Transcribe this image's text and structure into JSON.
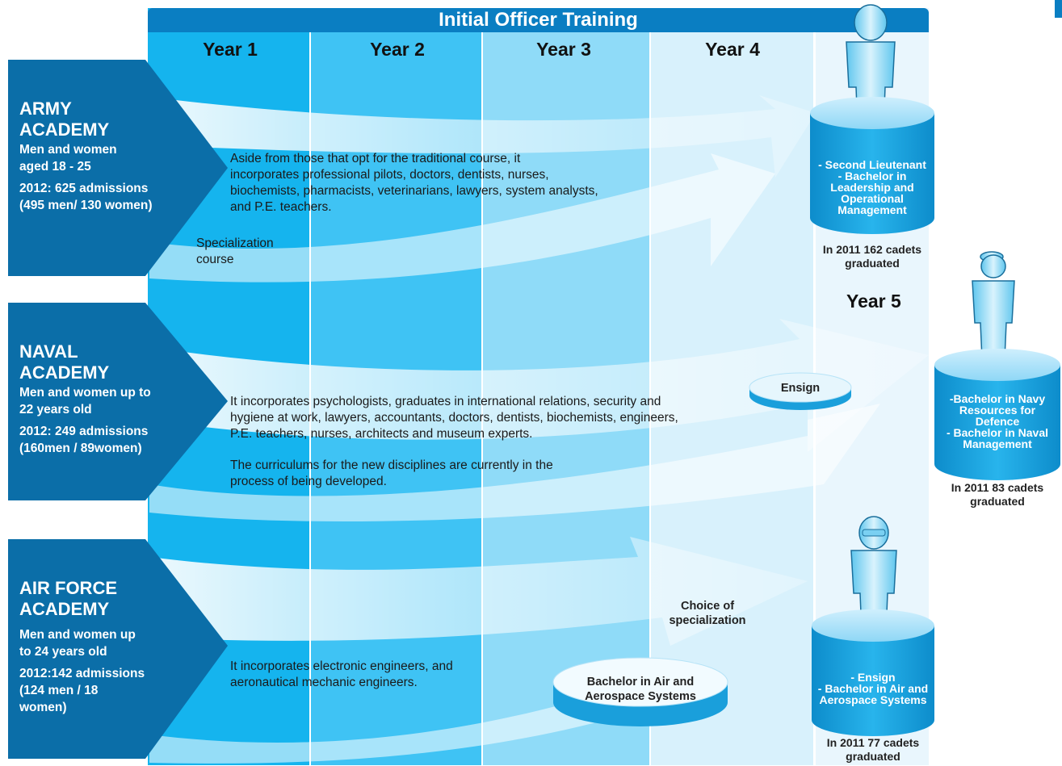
{
  "header": {
    "title": "Initial Officer Training",
    "years": [
      "Year 1",
      "Year 2",
      "Year 3",
      "Year 4"
    ],
    "year5": "Year 5"
  },
  "colors": {
    "header_blue": "#0a7ec2",
    "pentagon_blue": "#0b6ea8",
    "col_year1": "#15b4ee",
    "col_year2": "#3fc3f4",
    "col_year3": "#8fdbf8",
    "col_year4": "#d8f1fc",
    "col_year5": "#e9f6fd",
    "cylinder_blue": "#1aa0dc"
  },
  "academies": [
    {
      "title": [
        "ARMY",
        "ACADEMY"
      ],
      "audience": [
        "Men and women",
        "aged 18 - 25"
      ],
      "admissions": [
        "2012: 625 admissions",
        "(495 men/ 130 women)"
      ],
      "description": [
        "Aside from those that opt for the traditional course, it",
        "incorporates professional pilots, doctors, dentists, nurses,",
        "biochemists, pharmacists, veterinarians, lawyers, system analysts,",
        "and P.E. teachers."
      ],
      "extra_label": [
        "Specialization",
        "course"
      ],
      "outcome": [
        "- Second Lieutenant",
        "- Bachelor in",
        "Leadership and",
        "Operational",
        "Management"
      ],
      "graduates": [
        "In 2011 162 cadets",
        "graduated"
      ]
    },
    {
      "title": [
        "NAVAL",
        "ACADEMY"
      ],
      "audience": [
        "Men and women up to",
        "22 years old"
      ],
      "admissions": [
        "2012: 249 admissions",
        "(160men / 89women)"
      ],
      "description": [
        "It incorporates psychologists, graduates in international relations, security and",
        "hygiene at work, lawyers, accountants, doctors, dentists, biochemists, engineers,",
        "P.E. teachers, nurses, architects and museum experts."
      ],
      "note": [
        "The curriculums for the new disciplines are currently in the",
        "process of being developed."
      ],
      "milestone": "Ensign",
      "outcome": [
        "-Bachelor in Navy",
        "Resources for",
        "Defence",
        "- Bachelor in Naval",
        "Management"
      ],
      "graduates": [
        "In 2011 83 cadets",
        "graduated"
      ]
    },
    {
      "title": [
        "AIR FORCE",
        "ACADEMY"
      ],
      "audience": [
        "Men and women up",
        "to 24 years old"
      ],
      "admissions": [
        "2012:142 admissions",
        "(124 men / 18",
        "women)"
      ],
      "description": [
        "It incorporates electronic engineers, and",
        "aeronautical mechanic engineers."
      ],
      "choice": [
        "Choice of",
        "specialization"
      ],
      "milestone": [
        "Bachelor in Air and",
        "Aerospace Systems"
      ],
      "outcome": [
        "- Ensign",
        "- Bachelor in Air and",
        "Aerospace Systems"
      ],
      "graduates": [
        "In 2011 77 cadets",
        "graduated"
      ]
    }
  ]
}
